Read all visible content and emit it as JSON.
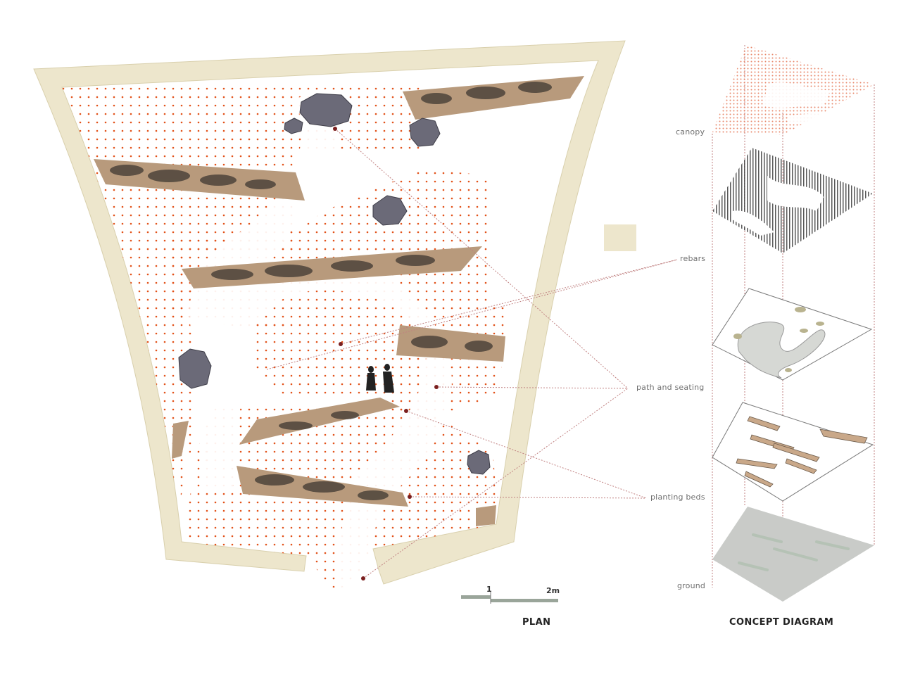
{
  "titles": {
    "plan": "PLAN",
    "concept": "CONCEPT DIAGRAM"
  },
  "layers": {
    "canopy": "canopy",
    "rebars": "rebars",
    "path": "path and seating",
    "beds": "planting beds",
    "ground": "ground"
  },
  "scale_bar": {
    "mark1": "1",
    "mark2": "2m"
  },
  "colors": {
    "wall": "#ede6cc",
    "wall_stroke": "#d9d0ad",
    "dot": "#e2521a",
    "bed": "#b89a7c",
    "bed_dark": "#4a4038",
    "rock": "#6b6a78",
    "leader": "#c08080",
    "marker": "#7a1f1f",
    "ground": "#c9cbc8",
    "path": "#d6d8d4"
  }
}
